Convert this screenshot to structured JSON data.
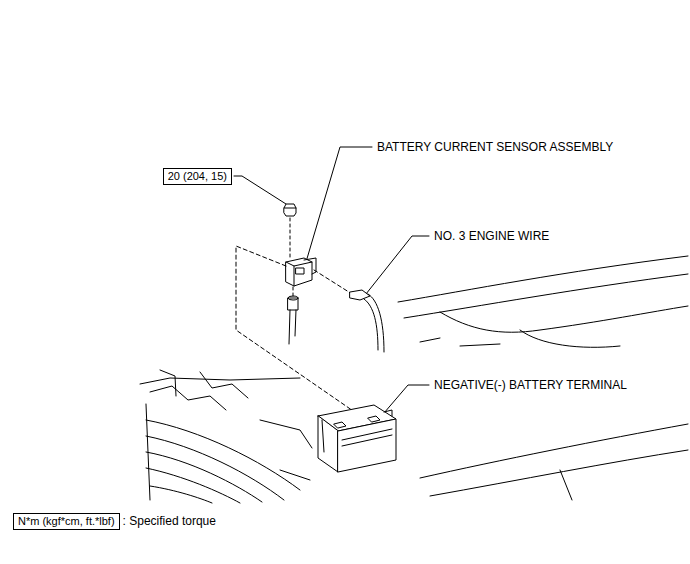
{
  "diagram": {
    "nodes": [
      {
        "text": [
          "20 (204, 15)"
        ]
      },
      {
        "text": [
          "N*m (kgf*cm, ft.*lbf)"
        ]
      }
    ],
    "labels": [
      "BATTERY CURRENT SENSOR ASSEMBLY",
      "NO. 3 ENGINE WIRE",
      "NEGATIVE(-) BATTERY TERMINAL",
      ": Specified torque"
    ]
  }
}
